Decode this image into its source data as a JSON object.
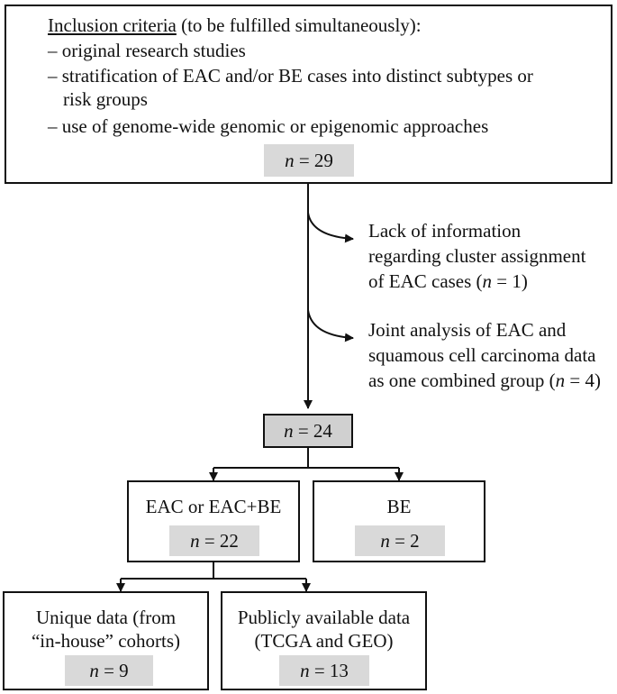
{
  "inclusion": {
    "title": "Inclusion criteria",
    "title_suffix": " (to be fulfilled simultaneously):",
    "items": [
      "– original research studies",
      "– stratification of EAC and/or BE cases into distinct subtypes or",
      "risk groups",
      "– use of genome-wide genomic or epigenomic approaches"
    ],
    "n_label": "n",
    "n_value": " = 29"
  },
  "exclusions": [
    {
      "lines": [
        "Lack of information",
        "regarding cluster assignment"
      ],
      "last_prefix": "of EAC cases (",
      "n_label": "n",
      "last_suffix": " = 1)"
    },
    {
      "lines": [
        "Joint analysis of EAC and",
        "squamous cell carcinoma data"
      ],
      "last_prefix": "as one combined group (",
      "n_label": "n",
      "last_suffix": " = 4)"
    }
  ],
  "after_exclusion": {
    "n_label": "n",
    "n_value": " = 24"
  },
  "eac": {
    "label": "EAC or EAC+BE",
    "n_label": "n",
    "n_value": " = 22"
  },
  "be": {
    "label": "BE",
    "n_label": "n",
    "n_value": " = 2"
  },
  "unique": {
    "lines": [
      "Unique data (from",
      "“in-house” cohorts)"
    ],
    "n_label": "n",
    "n_value": " = 9"
  },
  "public": {
    "lines": [
      "Publicly available data",
      "(TCGA and GEO)"
    ],
    "n_label": "n",
    "n_value": " = 13"
  }
}
